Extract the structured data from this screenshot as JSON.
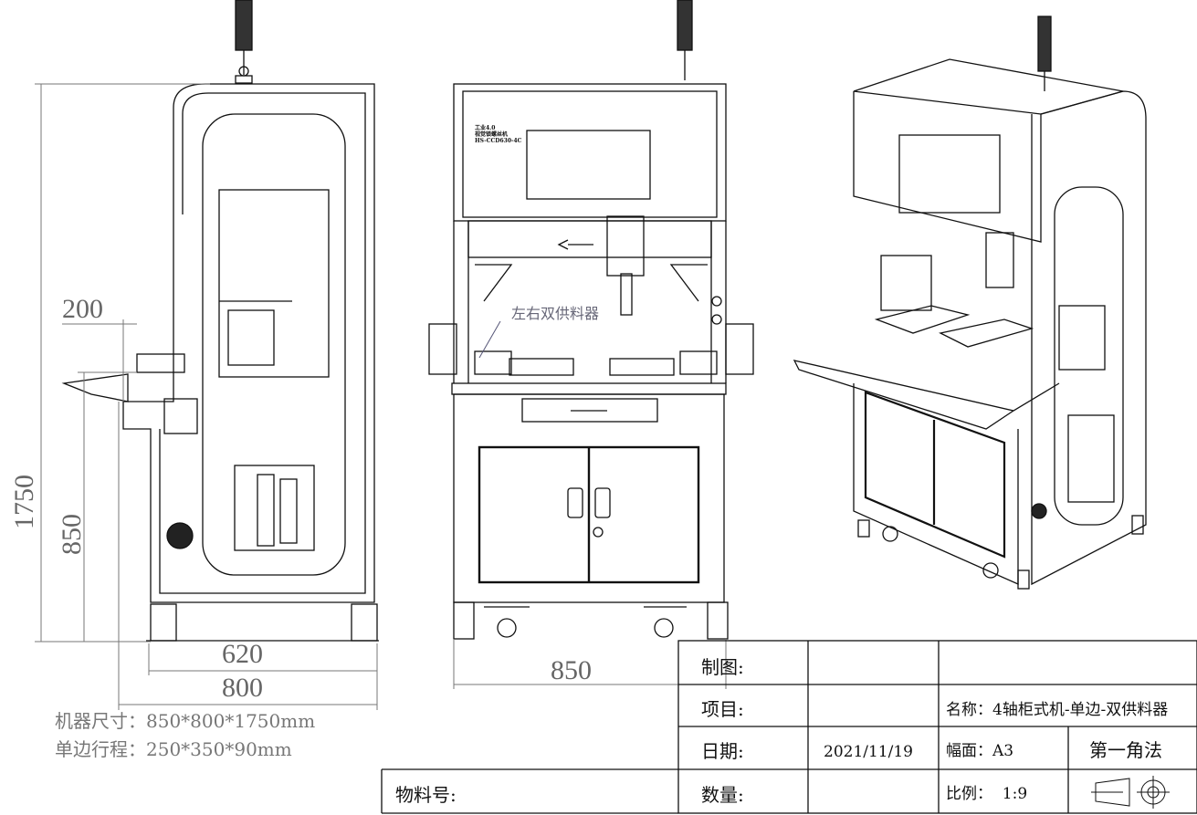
{
  "dimensions": {
    "total_height": "1750",
    "table_height": "850",
    "overhang": "200",
    "side_depth_inner": "620",
    "side_depth_outer": "800",
    "front_width": "850"
  },
  "notes": {
    "machine_size": "机器尺寸：850*800*1750mm",
    "stroke": "单边行程：250*350*90mm"
  },
  "callout": "左右双供料器",
  "machine_label": [
    "工业4.0",
    "视觉锁螺丝机",
    "HS-CCD630-4C"
  ],
  "title_block": {
    "drawn_by_label": "制图:",
    "project_label": "项目:",
    "date_label": "日期:",
    "date_value": "2021/11/19",
    "quantity_label": "数量:",
    "name": "名称：4轴柜式机-单边-双供料器",
    "sheet_size": "幅面：A3",
    "projection": "第一角法",
    "scale": "比例：  1:9",
    "part_no_label": "物料号:"
  }
}
